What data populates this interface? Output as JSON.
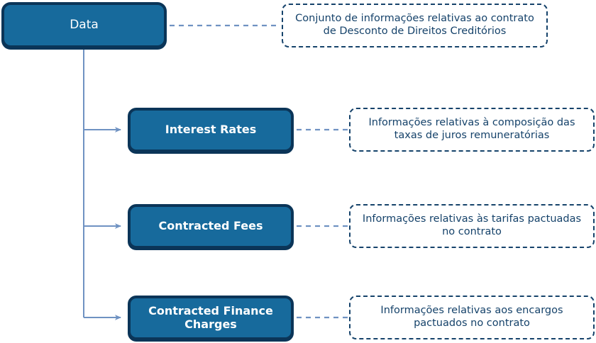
{
  "diagram": {
    "title": "Data",
    "root": {
      "label": "Data",
      "note": "Conjunto de informações relativas ao contrato de Desconto de Direitos Creditórios"
    },
    "children": [
      {
        "label": "Interest Rates",
        "note": "Informações relativas à composição das taxas de juros remuneratórias"
      },
      {
        "label": "Contracted Fees",
        "note": "Informações relativas às tarifas pactuadas no contrato"
      },
      {
        "label": "Contracted Finance Charges",
        "note": "Informações relativas aos encargos pactuados no contrato"
      }
    ],
    "colors": {
      "node_fill": "#176a9c",
      "node_border": "#0b3558",
      "node_text": "#ffffff",
      "note_border": "#16436b",
      "note_text": "#15426a",
      "connector": "#6f92c2",
      "background": "#ffffff"
    }
  }
}
